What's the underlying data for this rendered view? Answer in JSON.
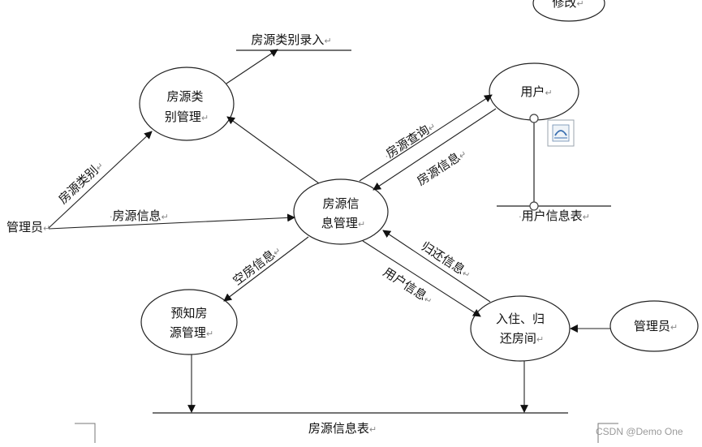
{
  "diagram": {
    "return_mark": "↵",
    "nodes": {
      "modify": [
        "修改"
      ],
      "category_mgmt": [
        "房源类",
        "别管理"
      ],
      "user": [
        "用户"
      ],
      "info_mgmt": [
        "房源信",
        "息管理"
      ],
      "admin_left": [
        "管理员"
      ],
      "predict_mgmt": [
        "预知房",
        "源管理"
      ],
      "checkin": [
        "入住、归",
        "还房间"
      ],
      "admin_right": [
        "管理员"
      ]
    },
    "stores": {
      "category_entry": "房源类别录入",
      "user_table": "用户信息表",
      "housing_table": "房源信息表"
    },
    "flows": {
      "housing_category": "房源类别",
      "housing_info_admin": "房源信息",
      "housing_query": "房源查询",
      "housing_info_user": "房源信息",
      "vacancy_info": "空房信息",
      "return_info": "归还信息",
      "user_info": "用户信息"
    },
    "watermark": "CSDN @Demo One"
  }
}
